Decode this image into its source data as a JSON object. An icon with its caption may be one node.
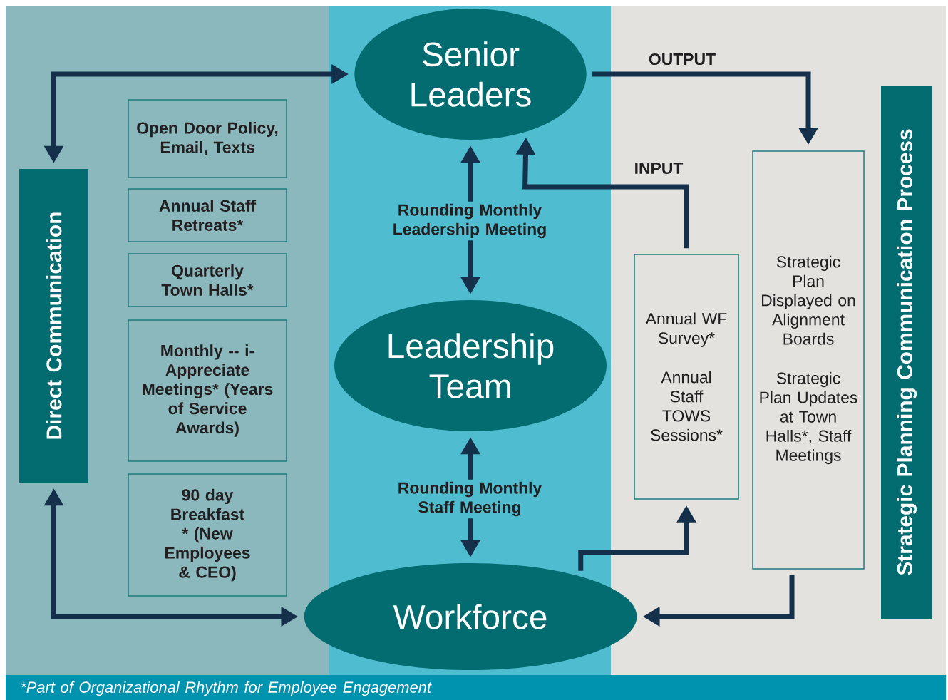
{
  "diagram": {
    "caption": "*Part of Organizational Rhythm for Employee Engagement",
    "nodes": [
      {
        "text": [
          "Senior Leaders"
        ]
      },
      {
        "text": [
          "Leadership Team"
        ]
      },
      {
        "text": [
          "Workforce"
        ]
      },
      {
        "text": [
          "Direct Communication"
        ]
      },
      {
        "text": [
          "Open Door Policy, Email, Texts"
        ]
      },
      {
        "text": [
          "Annual Staff Retreats*"
        ]
      },
      {
        "text": [
          "Quarterly Town Halls*"
        ]
      },
      {
        "text": [
          "Monthly -- i-Appreciate Meetings* (Years of Service Awards)"
        ]
      },
      {
        "text": [
          "90 day Breakfast * (New Employees & CEO)"
        ]
      },
      {
        "text": [
          "Annual WF Survey*",
          "Annual Staff TOWS Sessions*"
        ]
      },
      {
        "text": [
          "Strategic Plan Displayed on Alignment Boards",
          "Strategic Plan Updates at Town Halls*, Staff Meetings"
        ]
      },
      {
        "text": [
          "Strategic Planning Communication Process"
        ]
      }
    ],
    "edges": [
      {
        "from": 3,
        "to": 0,
        "arrow": "both"
      },
      {
        "from": 3,
        "to": 2,
        "arrow": "both"
      },
      {
        "from": 0,
        "to": 1,
        "arrow": "both",
        "label": "Rounding Monthly Leadership Meeting"
      },
      {
        "from": 1,
        "to": 2,
        "arrow": "both",
        "label": "Rounding Monthly Staff Meeting"
      },
      {
        "from": 0,
        "to": 10,
        "arrow": "to",
        "label": "OUTPUT"
      },
      {
        "from": 9,
        "to": 0,
        "arrow": "to",
        "label": "INPUT"
      },
      {
        "from": 2,
        "to": 9,
        "arrow": "to"
      },
      {
        "from": 10,
        "to": 2,
        "arrow": "to"
      }
    ]
  }
}
